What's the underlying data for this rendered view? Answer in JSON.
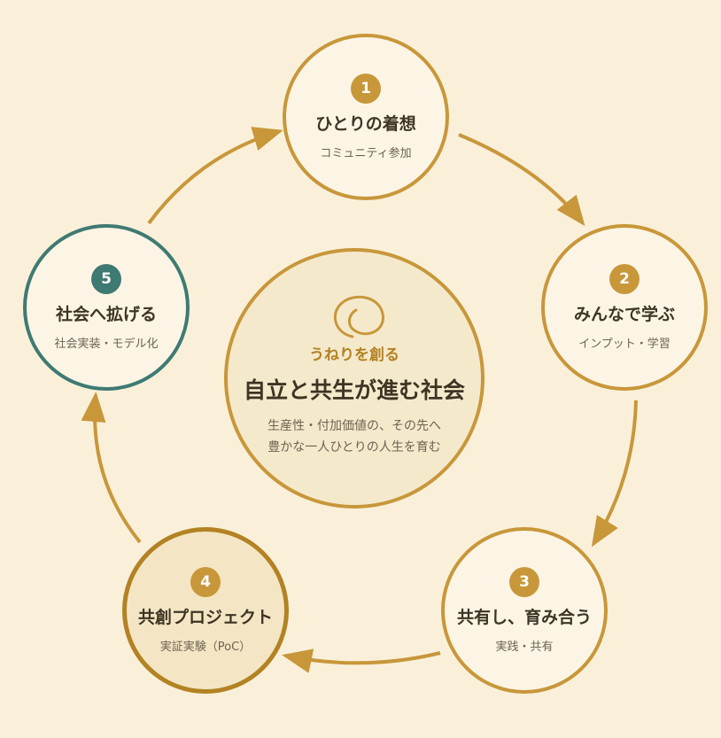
{
  "colors": {
    "background": "#faf0da",
    "accent_gold": "#c8973a",
    "accent_dark_gold": "#b38223",
    "accent_teal": "#3f7a72",
    "text_dark": "#3d3424",
    "text_muted": "#6e6352"
  },
  "center": {
    "icon": "swirl-icon",
    "subtitle": "うねりを創る",
    "title": "自立と共生が進む社会",
    "description_line1": "生産性・付加価値の、その先へ",
    "description_line2": "豊かな一人ひとりの人生を育む"
  },
  "steps": [
    {
      "number": "1",
      "title": "ひとりの着想",
      "subtitle": "コミュニティ参加"
    },
    {
      "number": "2",
      "title": "みんなで学ぶ",
      "subtitle": "インプット・学習"
    },
    {
      "number": "3",
      "title": "共有し、育み合う",
      "subtitle": "実践・共有"
    },
    {
      "number": "4",
      "title": "共創プロジェクト",
      "subtitle": "実証実験（PoC）"
    },
    {
      "number": "5",
      "title": "社会へ拡げる",
      "subtitle": "社会実装・モデル化"
    }
  ]
}
